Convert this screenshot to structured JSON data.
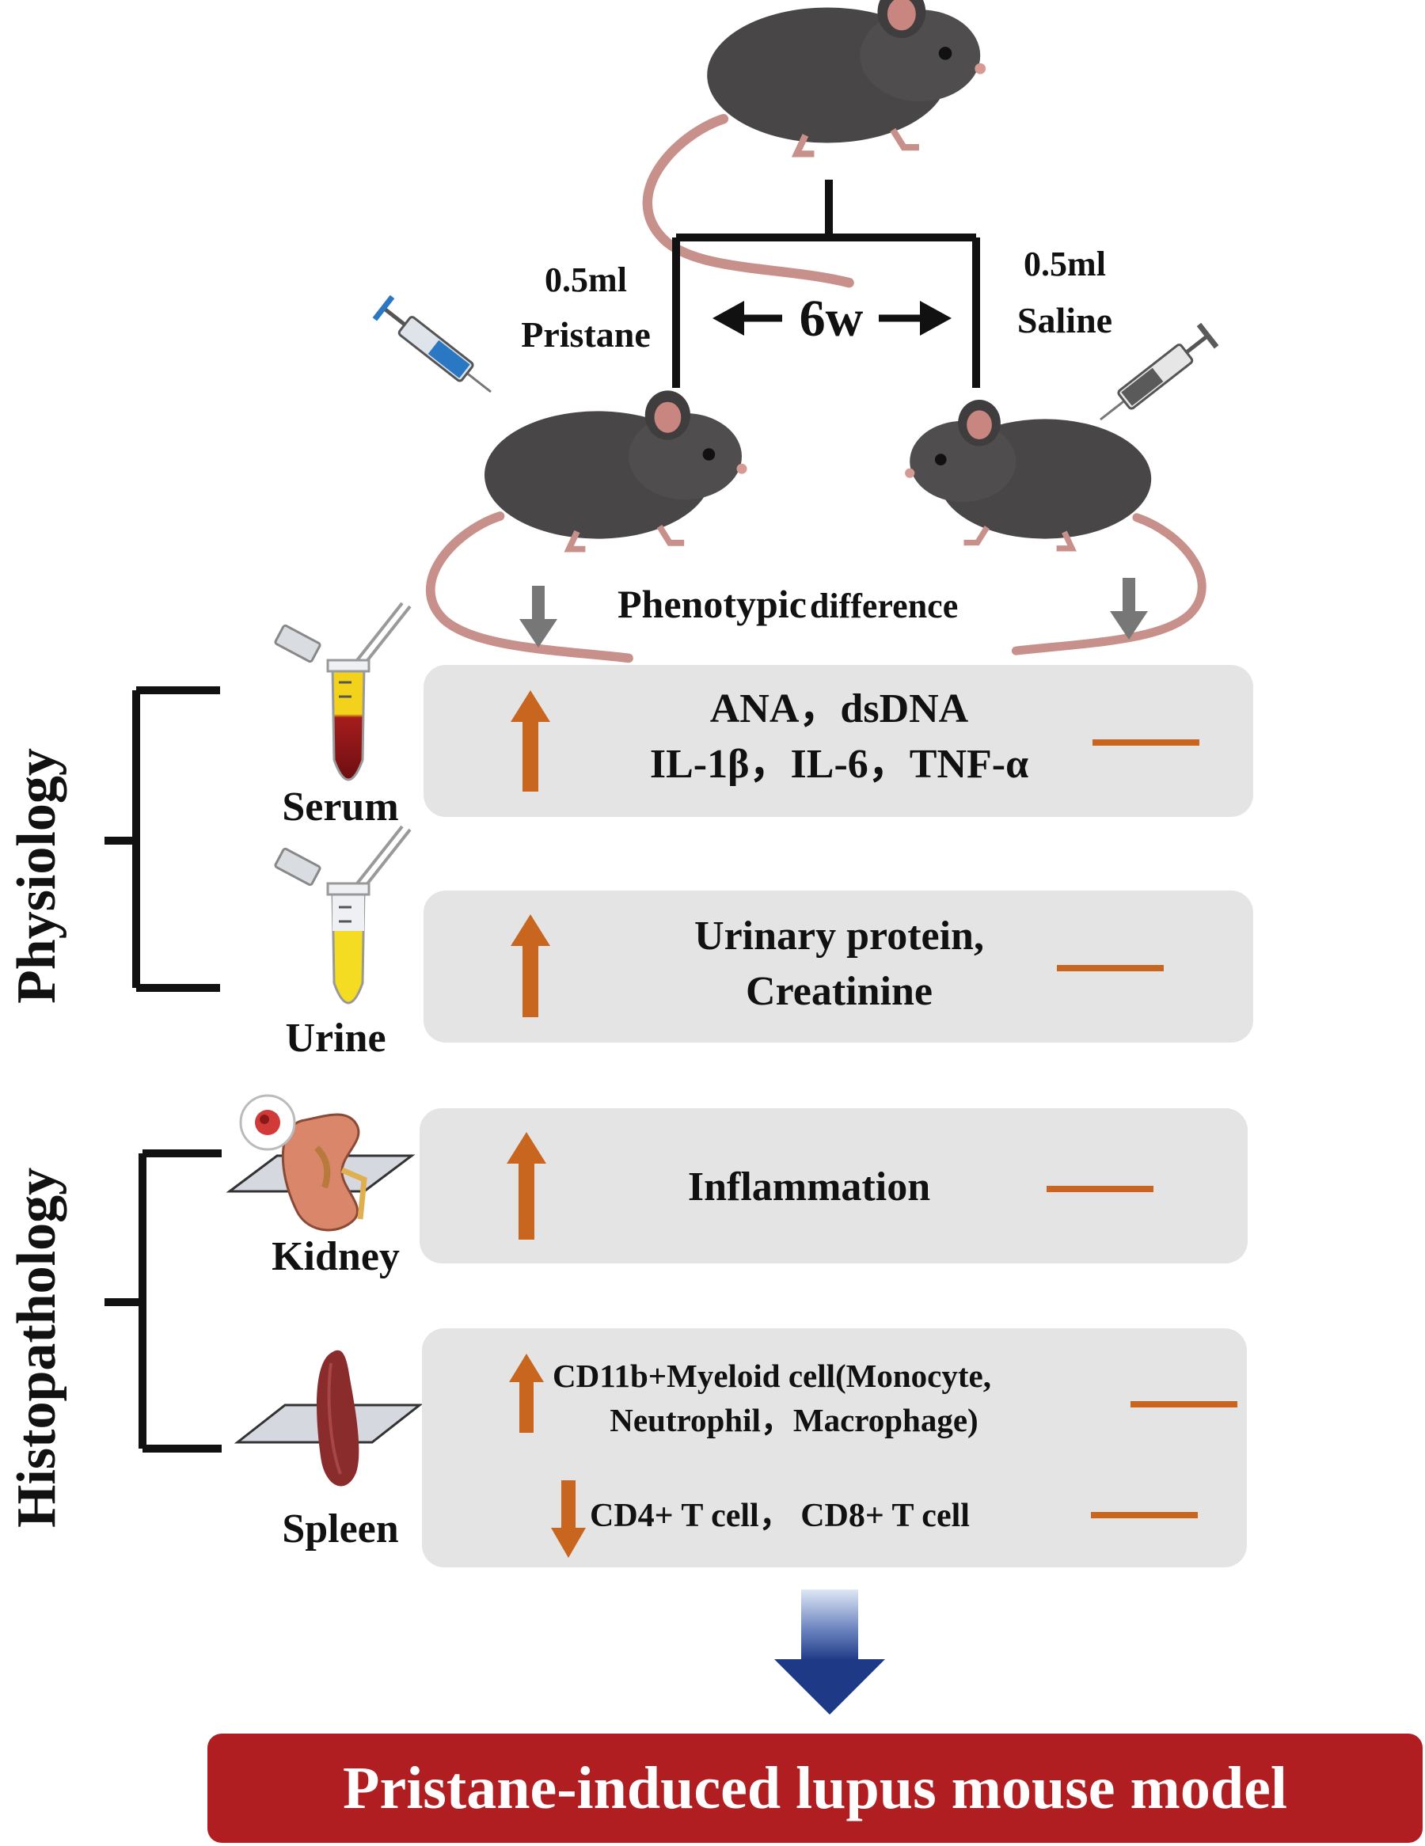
{
  "treatment": {
    "pristane_dose": "0.5ml",
    "pristane_label": "Pristane",
    "saline_dose": "0.5ml",
    "saline_label": "Saline",
    "duration": "6w"
  },
  "phenotypic_header": {
    "part1": "Phenotypic",
    "part2": "difference"
  },
  "categories": {
    "physiology": "Physiology",
    "histopathology": "Histopathology"
  },
  "samples": {
    "serum": "Serum",
    "urine": "Urine",
    "kidney": "Kidney",
    "spleen": "Spleen"
  },
  "findings": {
    "serum_line1": "ANA，dsDNA",
    "serum_line2": "IL-1β，IL-6，TNF-α",
    "urine_line1": "Urinary protein,",
    "urine_line2": "Creatinine",
    "kidney_line1": "Inflammation",
    "spleen_up_line1": "CD11b+Myeloid cell(Monocyte,",
    "spleen_up_line2": "Neutrophil，Macrophage)",
    "spleen_down": "CD4+ T cell，  CD8+ T cell"
  },
  "conclusion": "Pristane-induced lupus mouse model",
  "colors": {
    "up_arrow": "#c8651f",
    "down_arrow": "#c8651f",
    "no_change_bar": "#c8651f",
    "panel_bg": "#e4e4e4",
    "banner_bg": "#b01e22",
    "mouse_body": "#484646",
    "mouse_tail": "#c8908a",
    "serum_top": "#f2d21b",
    "serum_bottom": "#7b1015",
    "urine": "#f4dc22",
    "spleen": "#8a2b2c",
    "kidney": "#d9866a"
  },
  "icons": [
    "mouse-icon",
    "syringe-icon",
    "test-tube-icon",
    "kidney-icon",
    "spleen-icon",
    "up-arrow-icon",
    "down-arrow-icon",
    "no-change-bar-icon",
    "gradient-down-arrow-icon"
  ]
}
